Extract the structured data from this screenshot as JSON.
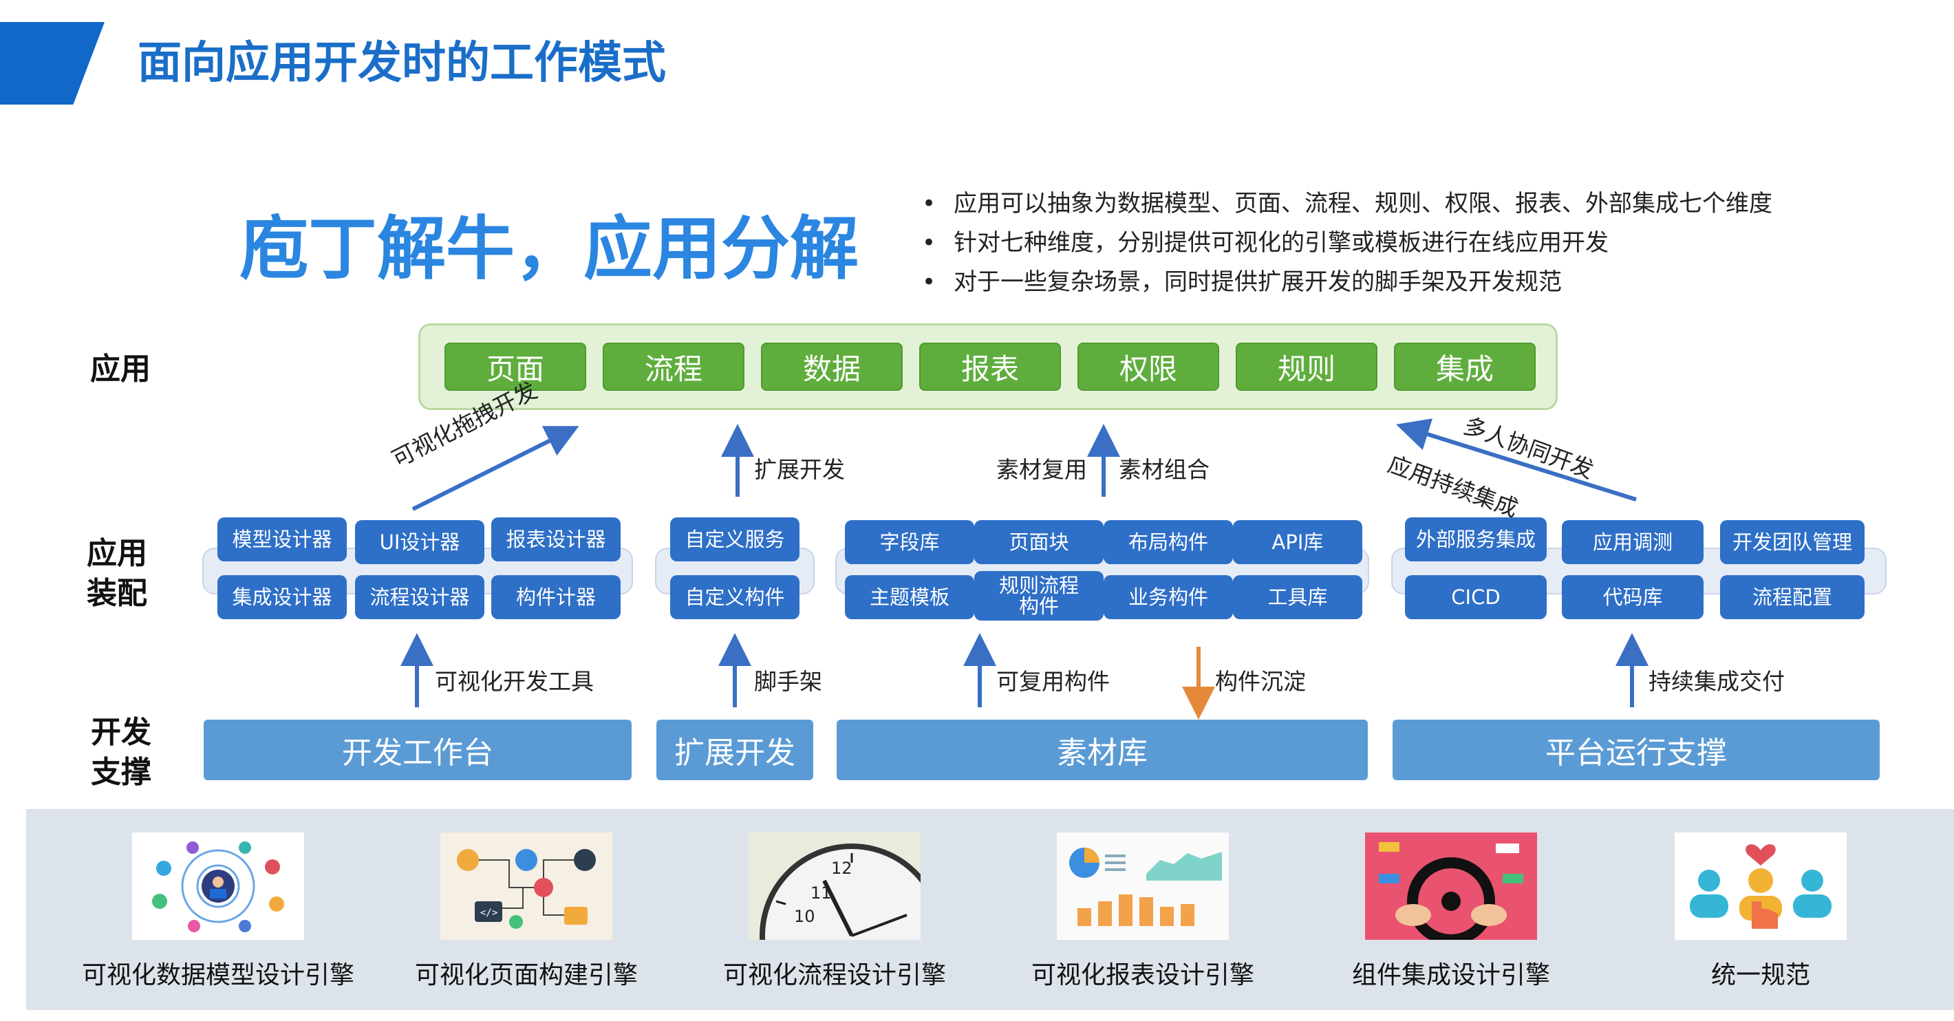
{
  "slide": {
    "title": "面向应用开发时的工作模式"
  },
  "slogan": "庖丁解牛，应用分解",
  "bullets": [
    "应用可以抽象为数据模型、页面、流程、规则、权限、报表、外部集成七个维度",
    "针对七种维度，分别提供可视化的引擎或模板进行在线应用开发",
    "对于一些复杂场景，同时提供扩展开发的脚手架及开发规范"
  ],
  "rows": {
    "app": "应用",
    "assembly": "应用\n装配",
    "dev": "开发\n支撑"
  },
  "app_items": [
    "页面",
    "流程",
    "数据",
    "报表",
    "权限",
    "规则",
    "集成"
  ],
  "arrows": {
    "visual_drag": "可视化拖拽开发",
    "extend_dev": "扩展开发",
    "asset_reuse": "素材复用",
    "asset_combine": "素材组合",
    "multi_collab": "多人协同开发",
    "ci": "应用持续集成",
    "visual_tools": "可视化开发工具",
    "scaffold": "脚手架",
    "reusable": "可复用构件",
    "precipitate": "构件沉淀",
    "cd": "持续集成交付"
  },
  "assembly_groups": [
    {
      "items": [
        "模型设计器",
        "UI设计器",
        "报表设计器",
        "集成设计器",
        "流程设计器",
        "构件计器"
      ]
    },
    {
      "items": [
        "自定义服务",
        "自定义构件"
      ]
    },
    {
      "items": [
        "字段库",
        "页面块",
        "布局构件",
        "API库",
        "主题模板",
        "规则流程\n构件",
        "业务构件",
        "工具库"
      ]
    },
    {
      "items": [
        "外部服务集成",
        "应用调测",
        "开发团队管理",
        "CICD",
        "代码库",
        "流程配置"
      ]
    }
  ],
  "base": [
    "开发工作台",
    "扩展开发",
    "素材库",
    "平台运行支撑"
  ],
  "engines": [
    {
      "caption": "可视化数据模型设计引擎",
      "icon": "data-model-icon"
    },
    {
      "caption": "可视化页面构建引擎",
      "icon": "page-builder-icon"
    },
    {
      "caption": "可视化流程设计引擎",
      "icon": "clock-icon"
    },
    {
      "caption": "可视化报表设计引擎",
      "icon": "report-chart-icon"
    },
    {
      "caption": "组件集成设计引擎",
      "icon": "steering-wheel-icon"
    },
    {
      "caption": "统一规范",
      "icon": "team-hand-icon"
    }
  ],
  "colors": {
    "title": "#1a6ec8",
    "green": "#5fae3d",
    "blue": "#2e6fc7",
    "base": "#5b9bd5",
    "orange": "#e58a3a"
  }
}
